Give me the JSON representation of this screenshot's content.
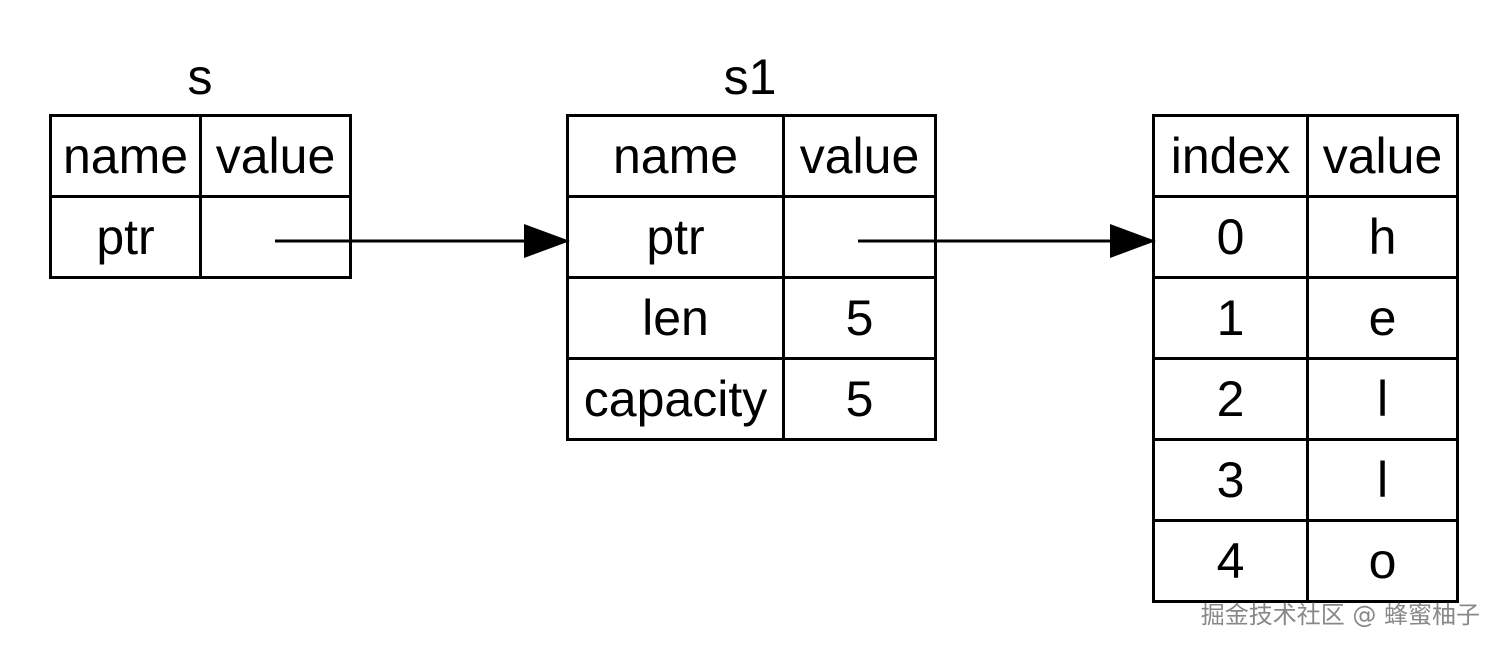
{
  "s": {
    "title": "s",
    "header": [
      "name",
      "value"
    ],
    "rows": [
      {
        "name": "ptr",
        "value": ""
      }
    ]
  },
  "s1": {
    "title": "s1",
    "header": [
      "name",
      "value"
    ],
    "rows": [
      {
        "name": "ptr",
        "value": ""
      },
      {
        "name": "len",
        "value": "5"
      },
      {
        "name": "capacity",
        "value": "5"
      }
    ]
  },
  "heap": {
    "header": [
      "index",
      "value"
    ],
    "rows": [
      {
        "index": "0",
        "value": "h"
      },
      {
        "index": "1",
        "value": "e"
      },
      {
        "index": "2",
        "value": "l"
      },
      {
        "index": "3",
        "value": "l"
      },
      {
        "index": "4",
        "value": "o"
      }
    ]
  },
  "watermark": "掘金技术社区 @ 蜂蜜柚子"
}
